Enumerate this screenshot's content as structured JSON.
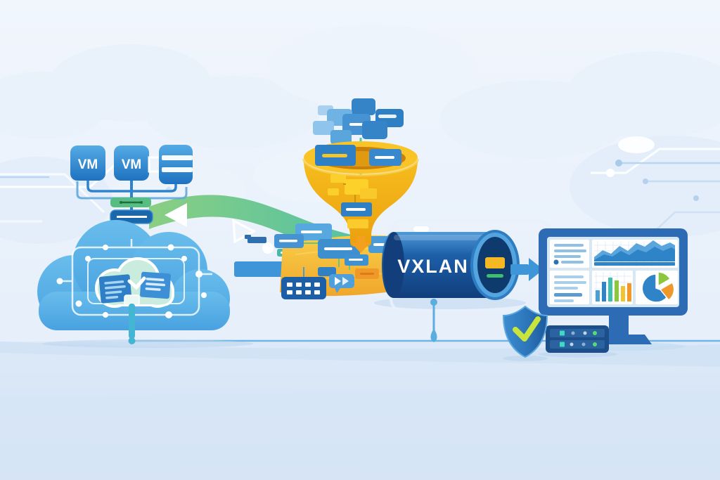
{
  "labels": {
    "vm1": "VM",
    "vm2": "VM",
    "tunnel": "VXLAN"
  },
  "icons": {
    "vm_boxes": "vm-icon",
    "server_box": "server-icon",
    "cloud": "cloud-icon",
    "documents": "document-icon",
    "funnel": "funnel-icon",
    "keyboard": "keyboard-icon",
    "chat_forward": "chat-forward-icon",
    "tunnel": "vxlan-tunnel-icon",
    "monitor": "monitor-dashboard-icon",
    "server_rack": "server-rack-icon",
    "shield_check": "shield-check-icon"
  },
  "colors": {
    "background_top": "#f0f6fc",
    "background_bottom": "#dbe8f7",
    "vm_blue": "#2f83cc",
    "cloud_blue": "#55afe6",
    "inner_cloud_mint": "#c9ecde",
    "funnel_gold": "#f6bc1c",
    "tunnel_navy": "#123f7c",
    "ribbon_green": "#85cd7c",
    "ribbon_teal": "#46bdaa",
    "band_yellow": "#f6c53d",
    "arrow_blue": "#3e96d8",
    "monitor_frame_blue": "#2d6cb5",
    "shield_blue": "#2d7cc0",
    "check_green": "#c9e53b",
    "orange_accent": "#f0992a"
  }
}
